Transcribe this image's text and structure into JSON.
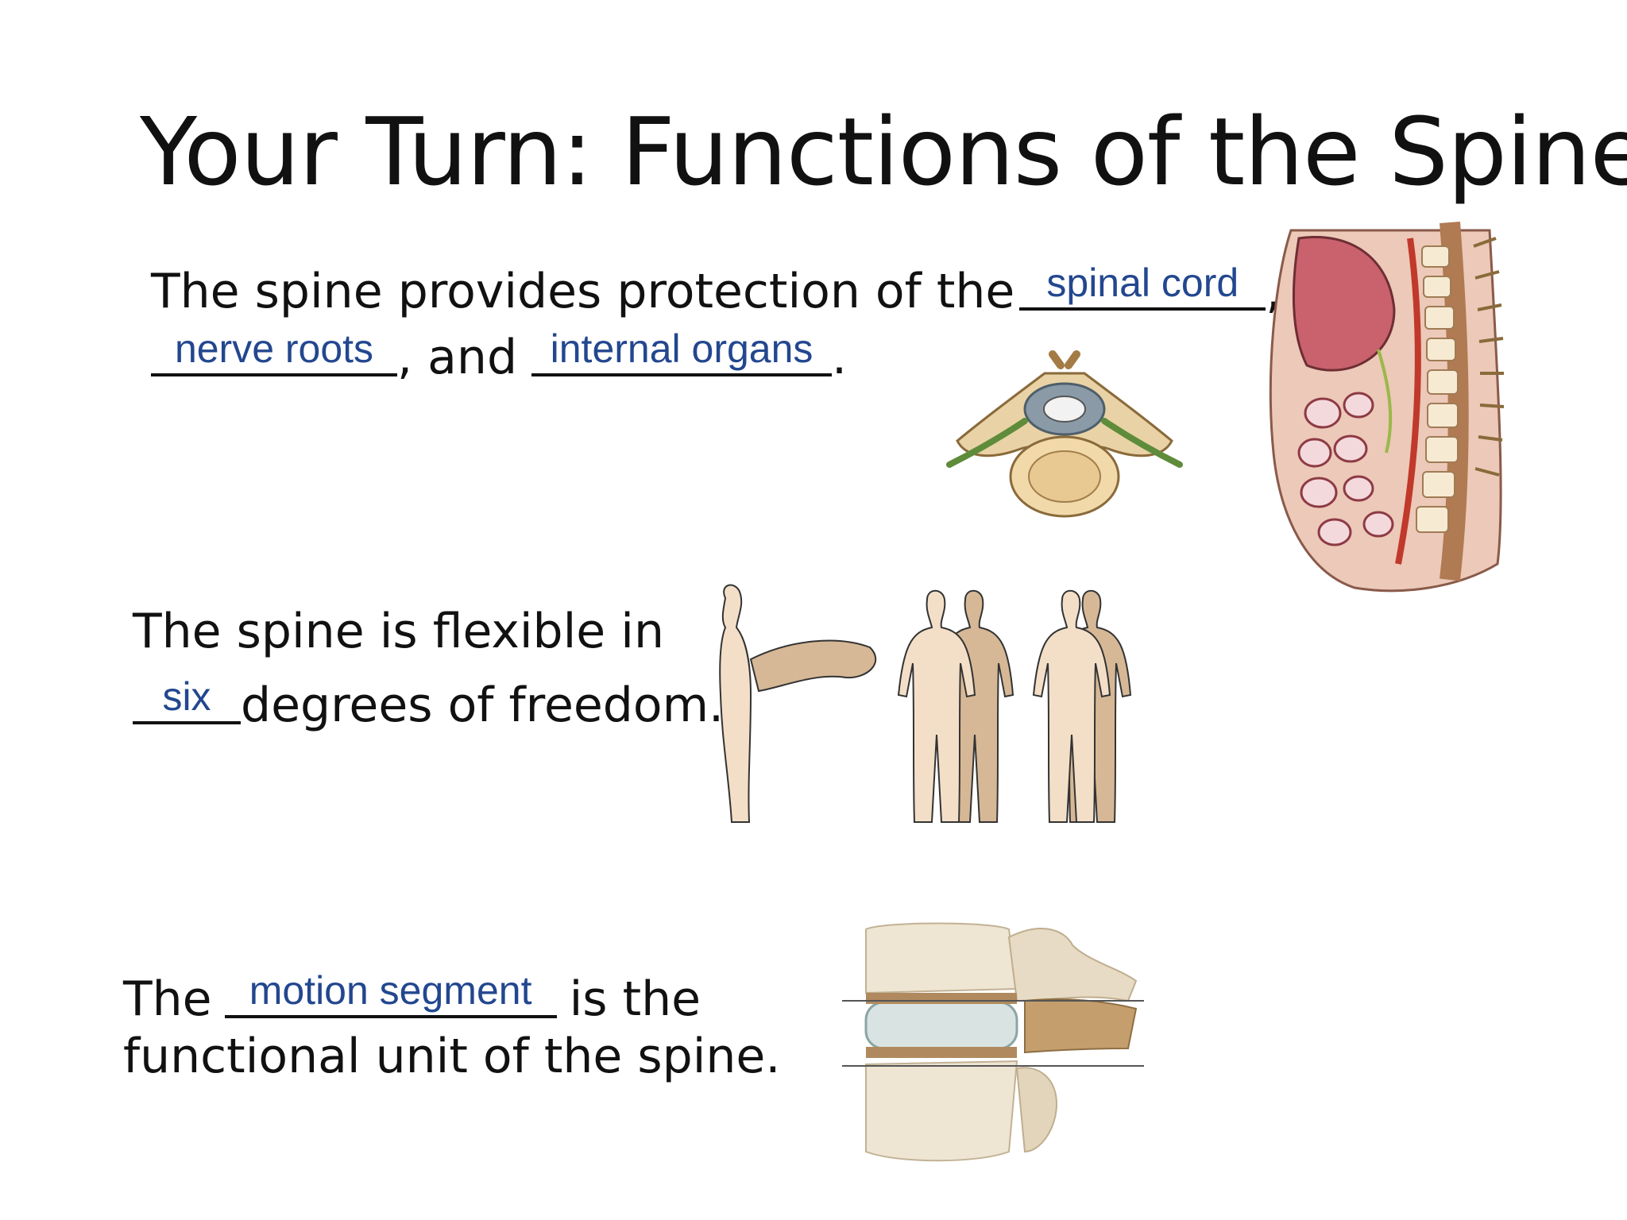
{
  "title": "Your Turn: Functions of the Spine",
  "item1": {
    "line1_text": "The spine provides protection of the",
    "comma": ",",
    "answer_spinal_cord": "spinal cord",
    "answer_nerve_roots": "nerve roots",
    "and_text": ", and",
    "answer_internal_organs": "internal organs",
    "period": "."
  },
  "item2": {
    "line1_text": "The spine is flexible in",
    "answer_six": "six",
    "line2_text": "degrees of freedom."
  },
  "item3": {
    "the_text": "The",
    "answer_motion_segment": "motion segment",
    "is_the_text": "is the",
    "line2_text": "functional unit of the spine."
  },
  "colors": {
    "text": "#111111",
    "answer": "#23478f",
    "bone": "#e9d2a6",
    "skin_light": "#f3dfc8",
    "skin_dark": "#d6b896",
    "tissue_red": "#c9626c",
    "nerve_green": "#5e8c3a"
  }
}
